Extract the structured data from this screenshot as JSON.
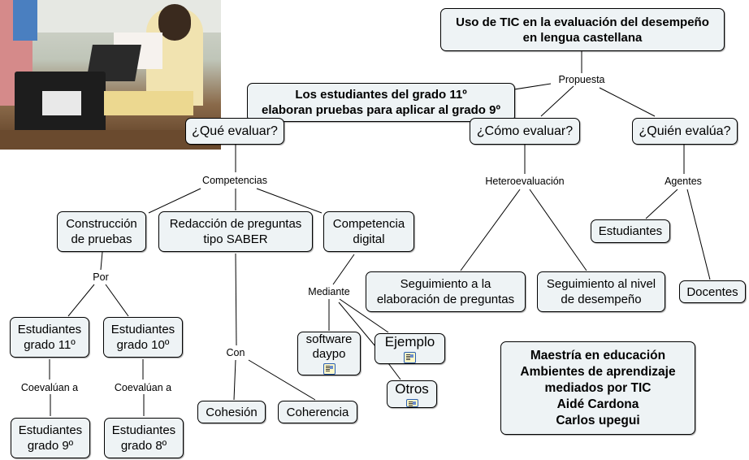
{
  "title": "Uso de TIC en la evaluación del desempeño\nen lengua castellana",
  "photo": {
    "alt": "students-at-table-with-laptop-photo"
  },
  "nodes": {
    "main": [
      "Uso de TIC en la evaluación del desempeño",
      "en lengua castellana"
    ],
    "proposal": [
      "Los estudiantes del grado 11º",
      "elaboran pruebas para aplicar al grado 9º"
    ],
    "que": "¿Qué evaluar?",
    "como": "¿Cómo evaluar?",
    "quien": "¿Quién evalúa?",
    "construccion": [
      "Construcción",
      "de pruebas"
    ],
    "redaccion": [
      "Redacción de preguntas",
      "tipo SABER"
    ],
    "competencia_digital": [
      "Competencia",
      "digital"
    ],
    "est11": [
      "Estudiantes",
      "grado 11º"
    ],
    "est10": [
      "Estudiantes",
      "grado 10º"
    ],
    "est9": [
      "Estudiantes",
      "grado 9º"
    ],
    "est8": [
      "Estudiantes",
      "grado 8º"
    ],
    "cohesion": "Cohesión",
    "coherencia": "Coherencia",
    "software": [
      "software",
      "daypo"
    ],
    "ejemplo": "Ejemplo",
    "otros": "Otros",
    "seg_elab": [
      "Seguimiento a la",
      "elaboración de preguntas"
    ],
    "seg_nivel": [
      "Seguimiento al nivel",
      "de desempeño"
    ],
    "estudiantes": "Estudiantes",
    "docentes": "Docentes",
    "credits": [
      "Maestría en educación",
      "Ambientes de aprendizaje",
      "mediados por TIC",
      "Aidé Cardona",
      "Carlos upegui"
    ]
  },
  "link_labels": {
    "propuesta": "Propuesta",
    "competencias": "Competencias",
    "heteroevaluacion": "Heteroevaluación",
    "agentes": "Agentes",
    "por": "Por",
    "con": "Con",
    "mediante": "Mediante",
    "coevaluan_1": "Coevalúan a",
    "coevaluan_2": "Coevalúan a"
  },
  "colors": {
    "node_fill": "#eef3f5",
    "line": "#000000"
  }
}
